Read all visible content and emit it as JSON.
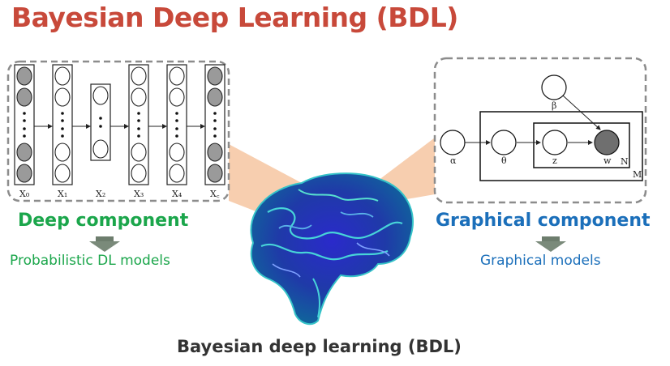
{
  "title": "Bayesian Deep Learning (BDL)",
  "deep": {
    "title": "Deep component",
    "subtitle": "Probabilistic DL models",
    "layer_labels": [
      "X₀",
      "X₁",
      "X₂",
      "X₃",
      "X₄",
      "X꜀"
    ]
  },
  "graphical": {
    "title": "Graphical component",
    "subtitle": "Graphical models",
    "nodes": {
      "beta": "β",
      "alpha": "α",
      "theta": "θ",
      "z": "z",
      "w": "w"
    },
    "plates": {
      "inner": "N",
      "outer": "M"
    }
  },
  "bottom_caption": "Bayesian deep learning (BDL)",
  "colors": {
    "title": "#c8493a",
    "deep": "#1ba64b",
    "graphical": "#1b6fba",
    "caption": "#333333",
    "funnel": "#f6c9a6",
    "arrow": "#7a8a7a"
  },
  "icons": {
    "brain": "brain-illustration",
    "arrow": "down-arrow-icon"
  }
}
